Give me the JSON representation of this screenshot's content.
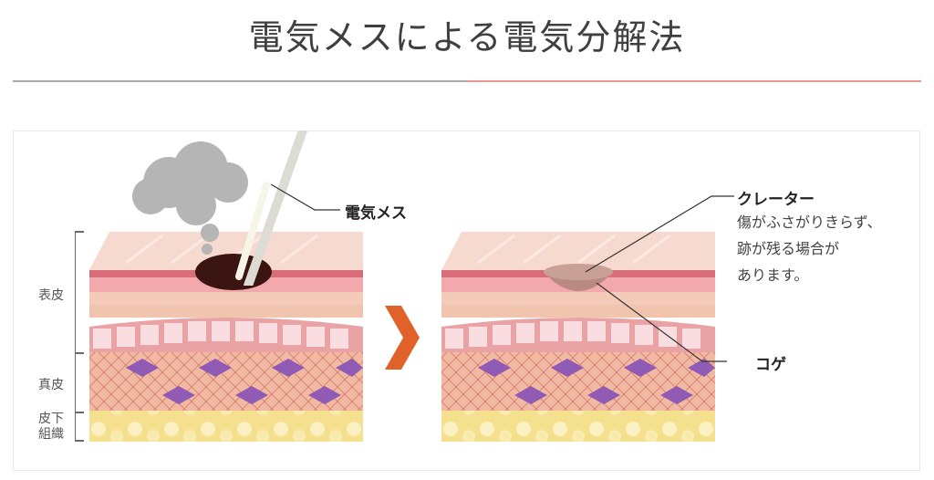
{
  "title": "電気メスによる電気分解法",
  "colors": {
    "title_text": "#3f3f3f",
    "rule_left": "#a9a9a9",
    "rule_right": "#e89596",
    "arrow": "#e0622a",
    "epidermis_surface": "#f6d9cf",
    "dermis": "#f2b9a2",
    "fat": "#f7e6a1",
    "cell_nucleus": "#8f5bb5",
    "burn": "#3b1512"
  },
  "layer_labels": {
    "epidermis": "表皮",
    "dermis": "真皮",
    "subcutis_line1": "皮下",
    "subcutis_line2": "組織"
  },
  "left_panel": {
    "callout": "電気メス",
    "icons": [
      "smoke-icon",
      "electric-scalpel-icon",
      "burn-mark-icon"
    ]
  },
  "arrow": {
    "icon": "chevron-right-icon"
  },
  "right_panel": {
    "callout_crater": "クレーター",
    "crater_desc_line1": "傷がふさがりきらず、",
    "crater_desc_line2": "跡が残る場合が",
    "crater_desc_line3": "あります。",
    "callout_koge": "コゲ"
  }
}
